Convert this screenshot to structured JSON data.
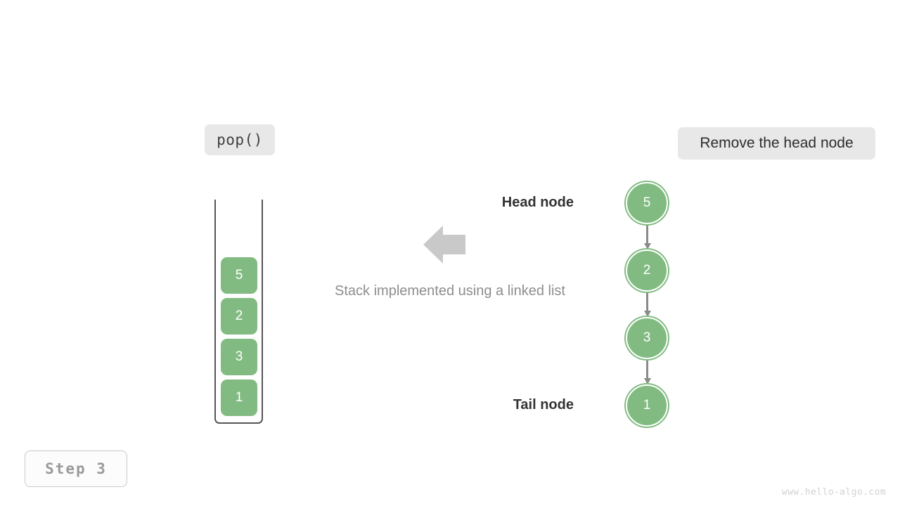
{
  "operation": {
    "label": "pop()"
  },
  "action": {
    "label": "Remove the head node"
  },
  "caption": {
    "text": "Stack implemented using a linked list"
  },
  "step": {
    "label": "Step 3"
  },
  "watermark": {
    "text": "www.hello-algo.com"
  },
  "colors": {
    "node_green": "#82bb82",
    "chip_gray": "#e8e8e8",
    "arrow_gray": "#c9c9c9",
    "link_gray": "#8a8a8a",
    "caption_gray": "#8d8d8d",
    "label_dark": "#333333",
    "step_gray": "#9a9a9a"
  },
  "stack": {
    "title": "stack-column",
    "cells": [
      {
        "value": "5"
      },
      {
        "value": "2"
      },
      {
        "value": "3"
      },
      {
        "value": "1"
      }
    ]
  },
  "linked_list": {
    "head_label": "Head node",
    "tail_label": "Tail node",
    "nodes": [
      {
        "value": "5"
      },
      {
        "value": "2"
      },
      {
        "value": "3"
      },
      {
        "value": "1"
      }
    ]
  },
  "transition": {
    "direction": "left"
  }
}
